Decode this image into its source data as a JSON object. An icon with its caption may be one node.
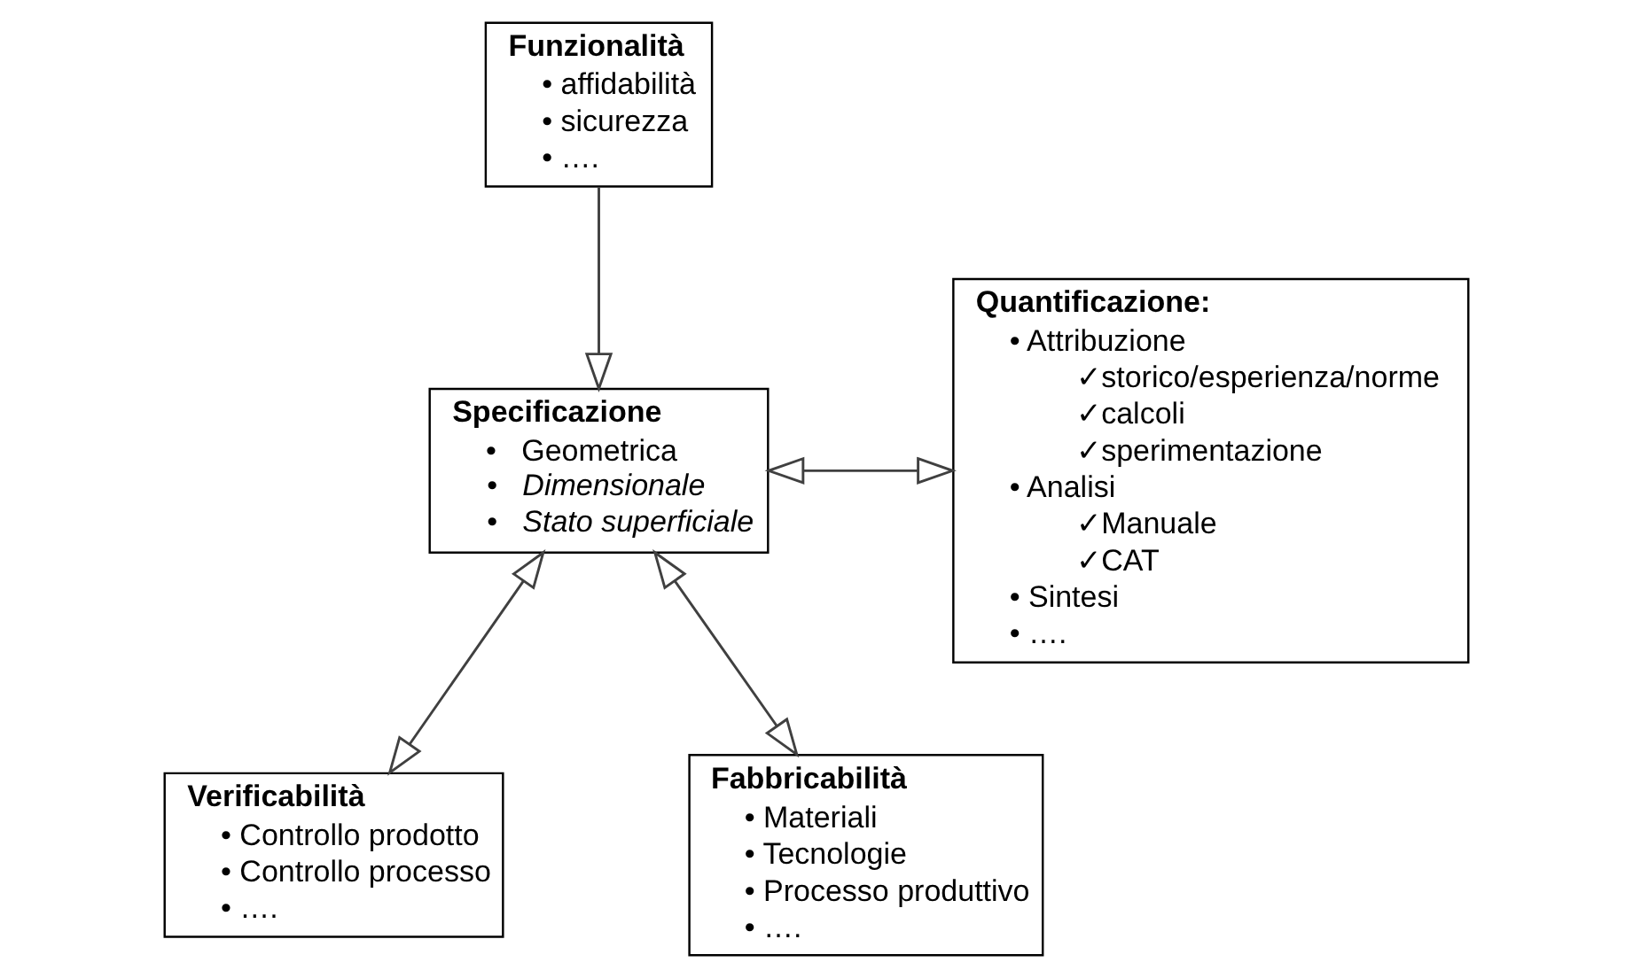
{
  "diagram": {
    "nodes": [
      {
        "text": [
          "Funzionalità",
          "• affidabilità",
          "• sicurezza",
          "• …."
        ]
      },
      {
        "text": [
          "Specificazione",
          "•   Geometrica",
          "•   Dimensionale",
          "•   Stato superficiale"
        ]
      },
      {
        "text": [
          "Quantificazione:",
          "• Attribuzione",
          "✓storico/esperienza/norme",
          "✓calcoli",
          "✓sperimentazione",
          "• Analisi",
          "✓Manuale",
          "✓CAT",
          "• Sintesi",
          "• …."
        ]
      },
      {
        "text": [
          "Fabbricabilità",
          "• Materiali",
          "• Tecnologie",
          "• Processo produttivo",
          "• …."
        ]
      },
      {
        "text": [
          "Verificabilità",
          "• Controllo prodotto",
          "• Controllo processo",
          "• …."
        ]
      }
    ],
    "edges": [
      {
        "from": 0,
        "to": 1,
        "arrow": "to"
      },
      {
        "from": 1,
        "to": 2,
        "arrow": "both"
      },
      {
        "from": 3,
        "to": 1,
        "arrow": "both"
      },
      {
        "from": 1,
        "to": 4,
        "arrow": "both"
      }
    ]
  }
}
